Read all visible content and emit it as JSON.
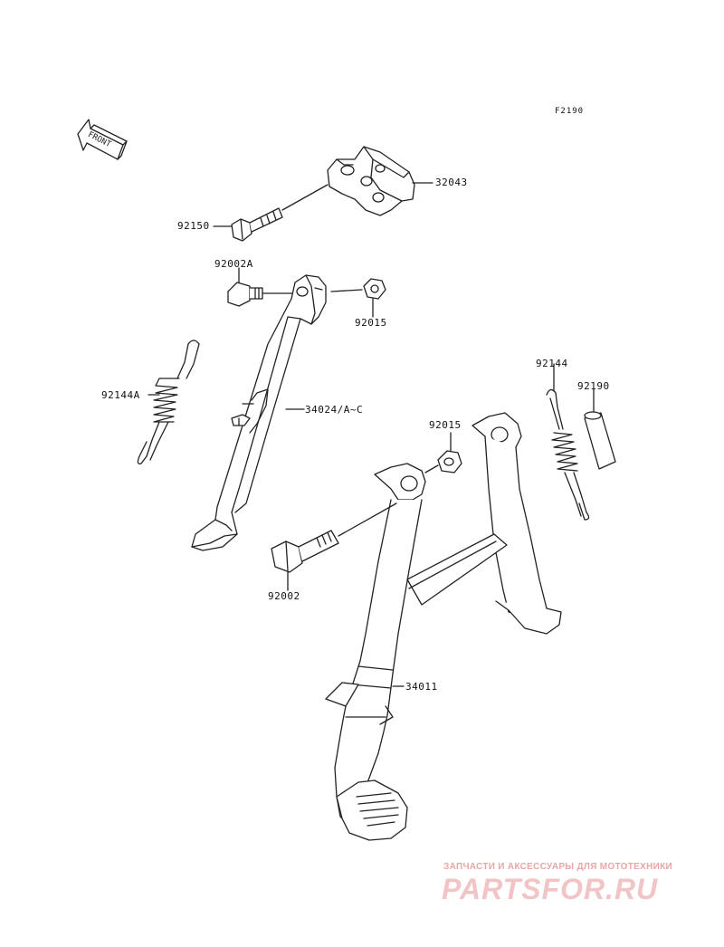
{
  "figure_code": "F2190",
  "front_label": "FRONT",
  "parts": {
    "p32043": "32043",
    "p92150": "92150",
    "p92002A": "92002A",
    "p92015_top": "92015",
    "p92144A": "92144A",
    "p34024": "34024/A~C",
    "p92144": "92144",
    "p92190": "92190",
    "p92015_mid": "92015",
    "p92002": "92002",
    "p34011": "34011"
  },
  "watermark": {
    "tagline": "ЗАПЧАСТИ И АКСЕССУАРЫ ДЛЯ МОТОТЕХНИКИ",
    "logo": "PARTSFOR.RU"
  }
}
